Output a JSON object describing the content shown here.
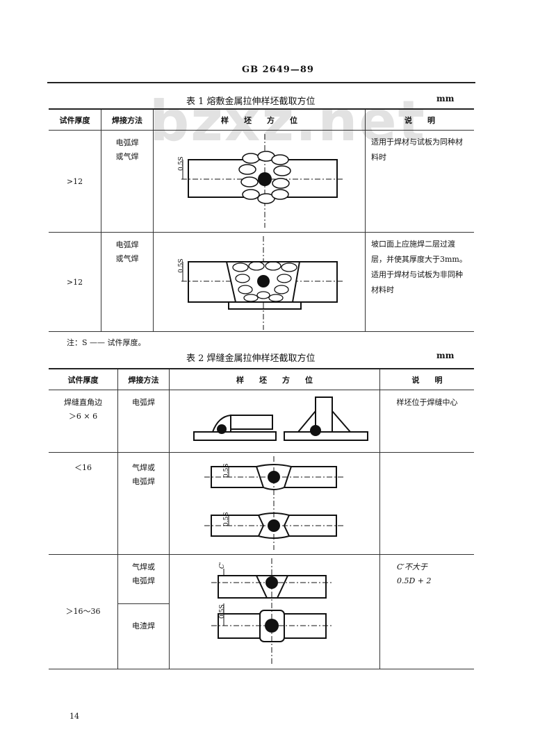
{
  "header": "GB 2649—89",
  "watermark": "bzxz.net",
  "table1": {
    "title": "表 1   熔敷金属拉伸样坯截取方位",
    "unit": "mm",
    "columns": [
      "试件厚度",
      "焊接方法",
      "样　　坯　　方　　位",
      "说　　明"
    ],
    "rows": [
      {
        "thickness": ">12",
        "method": "电弧焊\n或气焊",
        "dim": "0.5S",
        "note": "适用于焊材与试板为同种材料时"
      },
      {
        "thickness": ">12",
        "method": "电弧焊\n或气焊",
        "dim": "0.5S",
        "note": "坡口面上应施焊二层过渡层，并使其厚度大于3mm。适用于焊材与试板为非同种材料时"
      }
    ]
  },
  "footnote": "注：S —— 试件厚度。",
  "table2": {
    "title": "表 2   焊缝金属拉伸样坯截取方位",
    "unit": "mm",
    "columns": [
      "试件厚度",
      "焊接方法",
      "样　　坯　　方　　位",
      "说　　明"
    ],
    "rows": [
      {
        "thickness": "焊缝直角边\n＞6 × 6",
        "method": "电弧焊",
        "note": "样坯位于焊缝中心"
      },
      {
        "thickness": "＜16",
        "method": "气焊或\n电弧焊",
        "dim": "0.5S",
        "note": ""
      },
      {
        "thickness": "＞16～36",
        "method": "气焊或\n电弧焊",
        "method2": "电渣焊",
        "dim": "C'",
        "dim2": "0.5S",
        "note": "C′不大于\n0.5D + 2"
      }
    ]
  },
  "page_number": "14"
}
